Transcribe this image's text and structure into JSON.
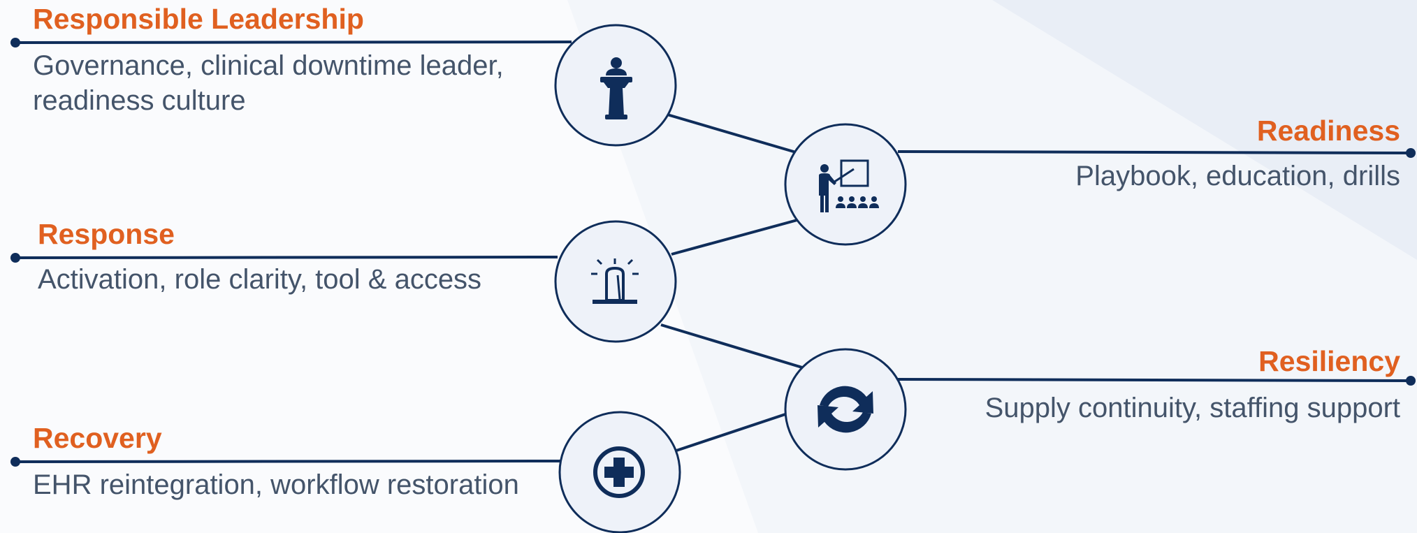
{
  "colors": {
    "accent": "#e06020",
    "navy": "#0f2d5a",
    "text": "#44546a",
    "node_fill": "#eef2f9",
    "background": "#fafbfd"
  },
  "items": {
    "leadership": {
      "title": "Responsible Leadership",
      "desc_line1": "Governance, clinical downtime leader,",
      "desc_line2": "readiness culture",
      "icon": "podium-icon"
    },
    "readiness": {
      "title": "Readiness",
      "desc": "Playbook, education, drills",
      "icon": "classroom-presentation-icon"
    },
    "response": {
      "title": "Response",
      "desc": "Activation, role clarity, tool & access",
      "icon": "siren-icon"
    },
    "resiliency": {
      "title": "Resiliency",
      "desc": "Supply continuity, staffing support",
      "icon": "refresh-cycle-icon"
    },
    "recovery": {
      "title": "Recovery",
      "desc": "EHR reintegration, workflow restoration",
      "icon": "medical-cross-icon"
    }
  }
}
